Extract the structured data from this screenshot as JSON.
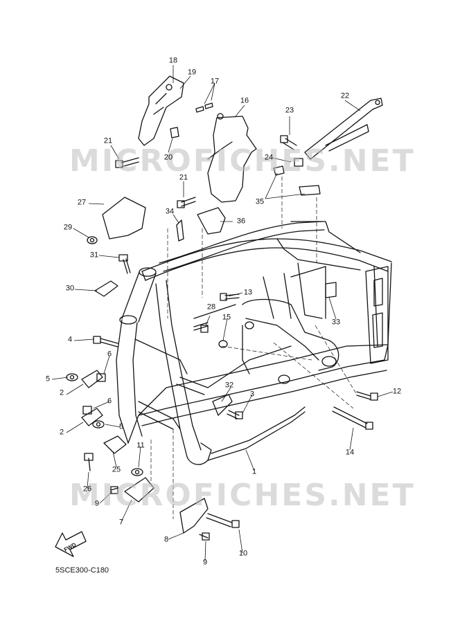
{
  "watermark": "MICROFICHES.NET",
  "diagram_code": "5SCE300-C180",
  "fwd_label": "FWD",
  "callouts": [
    {
      "id": "c18",
      "text": "18"
    },
    {
      "id": "c19",
      "text": "19"
    },
    {
      "id": "c17",
      "text": "17"
    },
    {
      "id": "c16",
      "text": "16"
    },
    {
      "id": "c22",
      "text": "22"
    },
    {
      "id": "c23",
      "text": "23"
    },
    {
      "id": "c21a",
      "text": "21"
    },
    {
      "id": "c20",
      "text": "20"
    },
    {
      "id": "c24",
      "text": "24"
    },
    {
      "id": "c21b",
      "text": "21"
    },
    {
      "id": "c27",
      "text": "27"
    },
    {
      "id": "c35",
      "text": "35"
    },
    {
      "id": "c34",
      "text": "34"
    },
    {
      "id": "c36",
      "text": "36"
    },
    {
      "id": "c29",
      "text": "29"
    },
    {
      "id": "c31",
      "text": "31"
    },
    {
      "id": "c30",
      "text": "30"
    },
    {
      "id": "c13",
      "text": "13"
    },
    {
      "id": "c28",
      "text": "28"
    },
    {
      "id": "c33",
      "text": "33"
    },
    {
      "id": "c15",
      "text": "15"
    },
    {
      "id": "c4",
      "text": "4"
    },
    {
      "id": "c6a",
      "text": "6"
    },
    {
      "id": "c5a",
      "text": "5"
    },
    {
      "id": "c2a",
      "text": "2"
    },
    {
      "id": "c6b",
      "text": "6"
    },
    {
      "id": "c32",
      "text": "32"
    },
    {
      "id": "c3",
      "text": "3"
    },
    {
      "id": "c12",
      "text": "12"
    },
    {
      "id": "c2b",
      "text": "2"
    },
    {
      "id": "c5b",
      "text": "5"
    },
    {
      "id": "c14",
      "text": "14"
    },
    {
      "id": "c11",
      "text": "11"
    },
    {
      "id": "c1",
      "text": "1"
    },
    {
      "id": "c25",
      "text": "25"
    },
    {
      "id": "c26",
      "text": "26"
    },
    {
      "id": "c9a",
      "text": "9"
    },
    {
      "id": "c7",
      "text": "7"
    },
    {
      "id": "c8",
      "text": "8"
    },
    {
      "id": "c10",
      "text": "10"
    },
    {
      "id": "c9b",
      "text": "9"
    }
  ]
}
